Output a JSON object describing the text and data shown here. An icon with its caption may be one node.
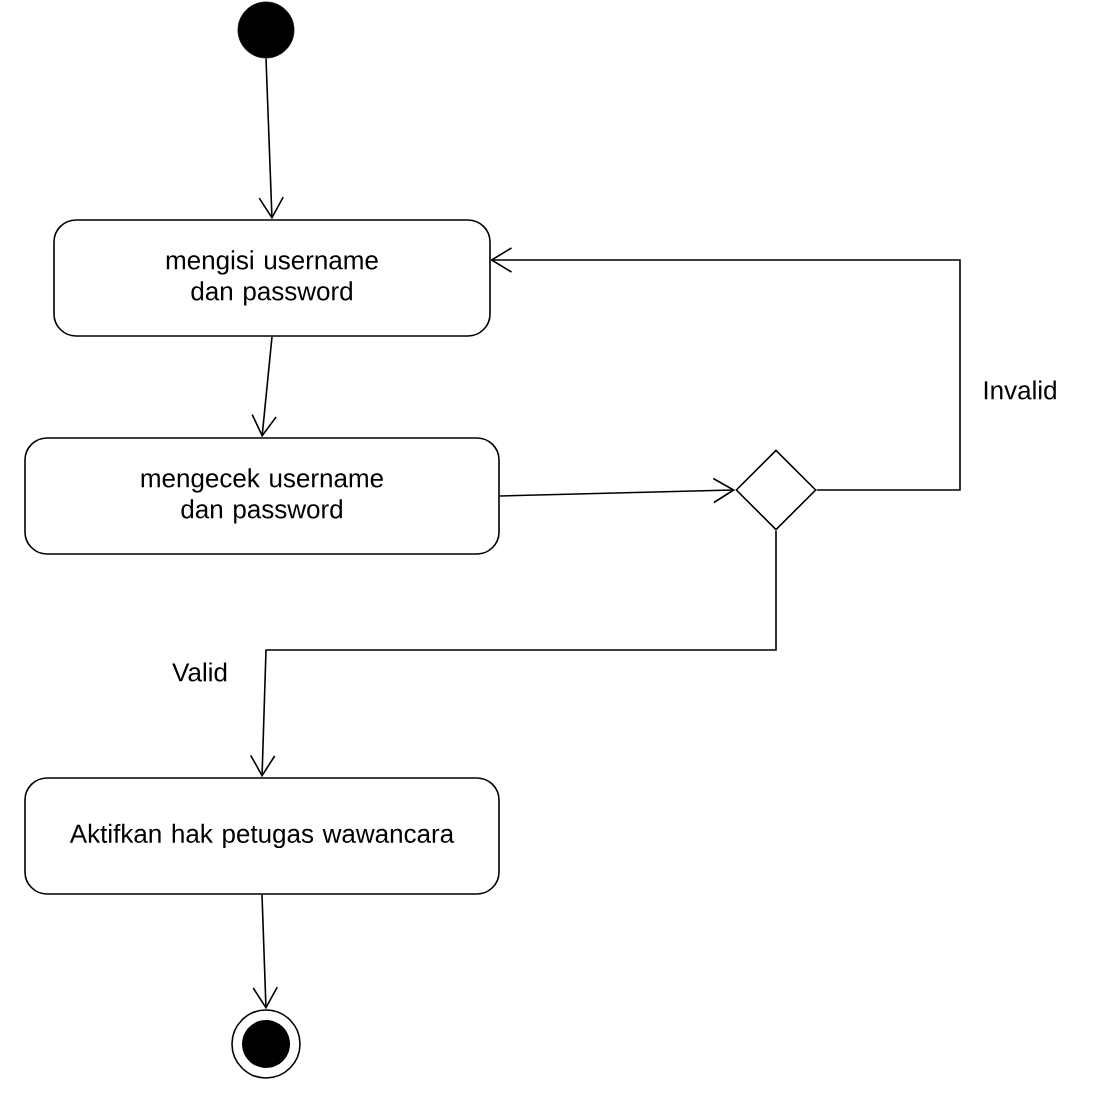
{
  "diagram": {
    "nodes": [
      {
        "text": [],
        "shape": "circle"
      },
      {
        "text": [
          "mengisi username dan password"
        ]
      },
      {
        "text": [
          "mengecek username dan password"
        ]
      },
      {
        "text": [],
        "shape": "diamond"
      },
      {
        "text": [
          "Aktifkan hak petugas wawancara"
        ]
      },
      {
        "text": [],
        "shape": "circle"
      }
    ],
    "edges": [
      {
        "from": 0,
        "to": 1,
        "arrow": "to"
      },
      {
        "from": 1,
        "to": 2,
        "arrow": "to"
      },
      {
        "from": 2,
        "to": 3,
        "arrow": "to"
      },
      {
        "from": 3,
        "to": 1,
        "arrow": "to",
        "label": "Invalid"
      },
      {
        "from": 3,
        "to": 4,
        "arrow": "to",
        "label": "Valid"
      },
      {
        "from": 4,
        "to": 5,
        "arrow": "to"
      }
    ]
  }
}
